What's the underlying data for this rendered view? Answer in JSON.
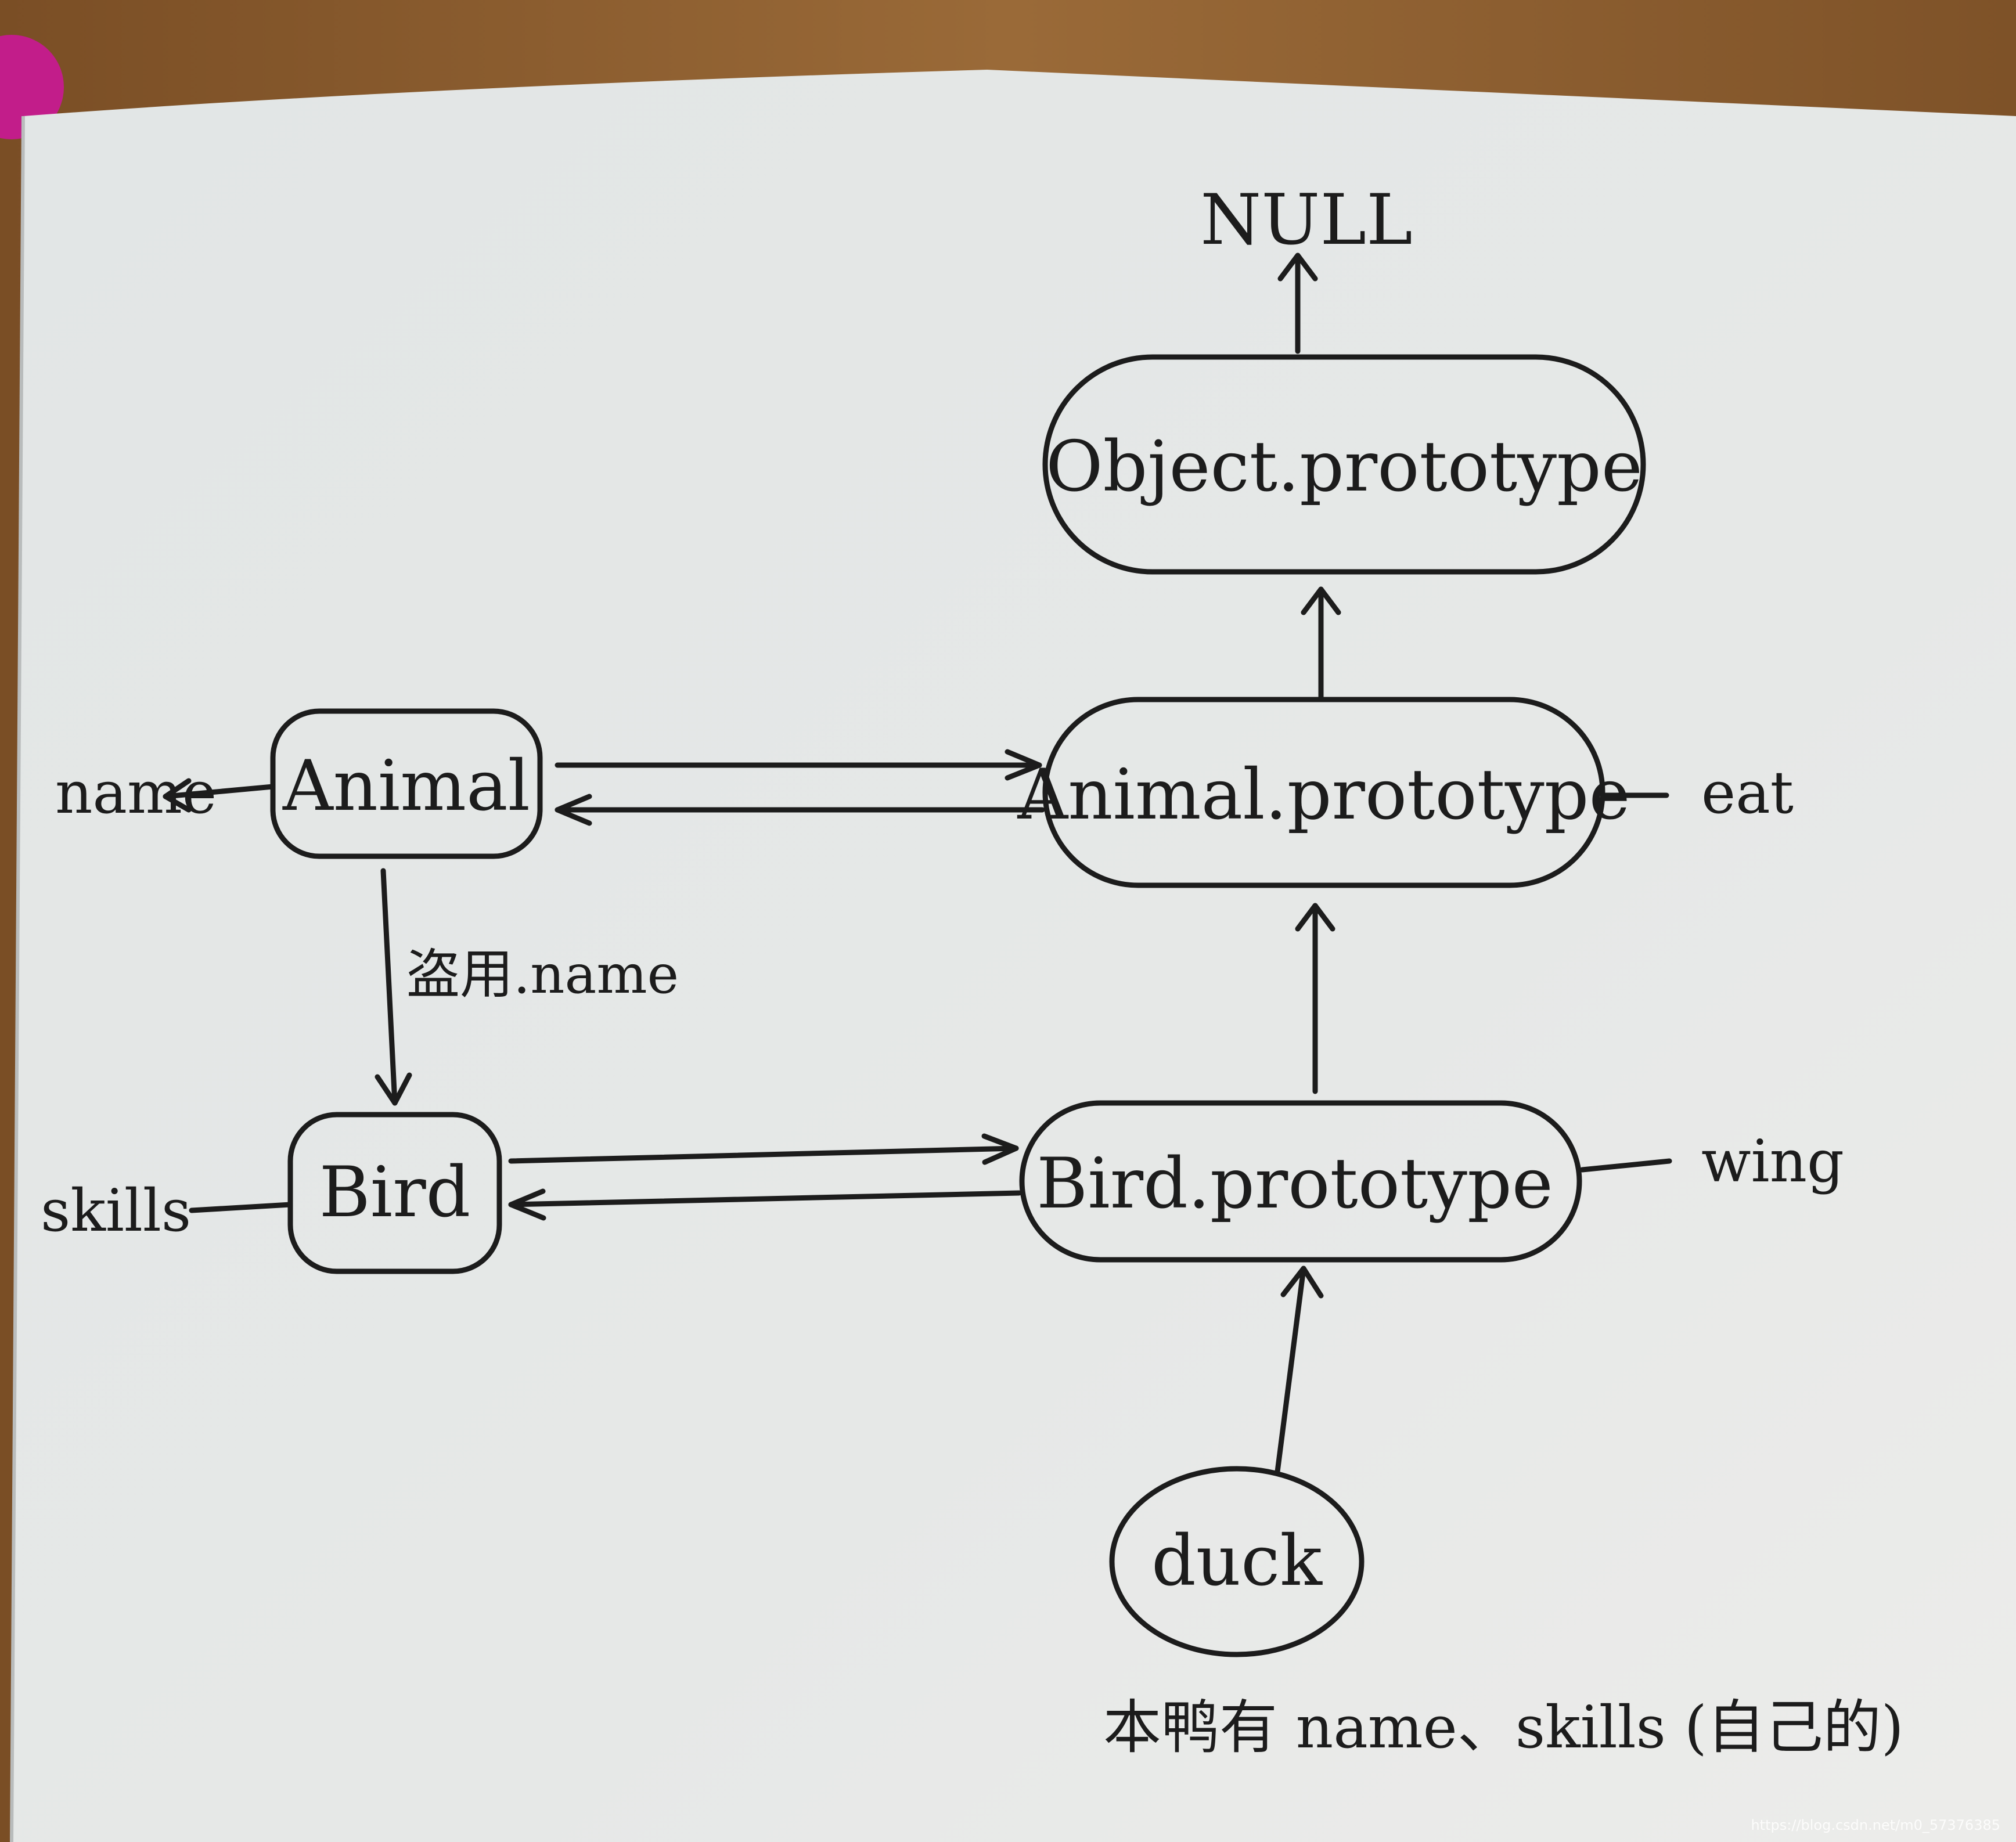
{
  "nodes": {
    "null": "NULL",
    "object_prototype": "Object.prototype",
    "animal": "Animal",
    "animal_prototype": "Animal.prototype",
    "bird": "Bird",
    "bird_prototype": "Bird.prototype",
    "duck": "duck"
  },
  "properties": {
    "animal_name": "name",
    "animal_prototype_eat": "eat",
    "bird_skills": "skills",
    "bird_prototype_wing": "wing"
  },
  "edge_labels": {
    "animal_to_bird": "盗用.name"
  },
  "note": "本鸭有 name、skills (自己的)",
  "watermark": "https://blog.csdn.net/m0_57376385",
  "colors": {
    "paper": "#e4e7e6",
    "ink": "#1c1c1c",
    "table_wood": "#8a5a2b"
  }
}
